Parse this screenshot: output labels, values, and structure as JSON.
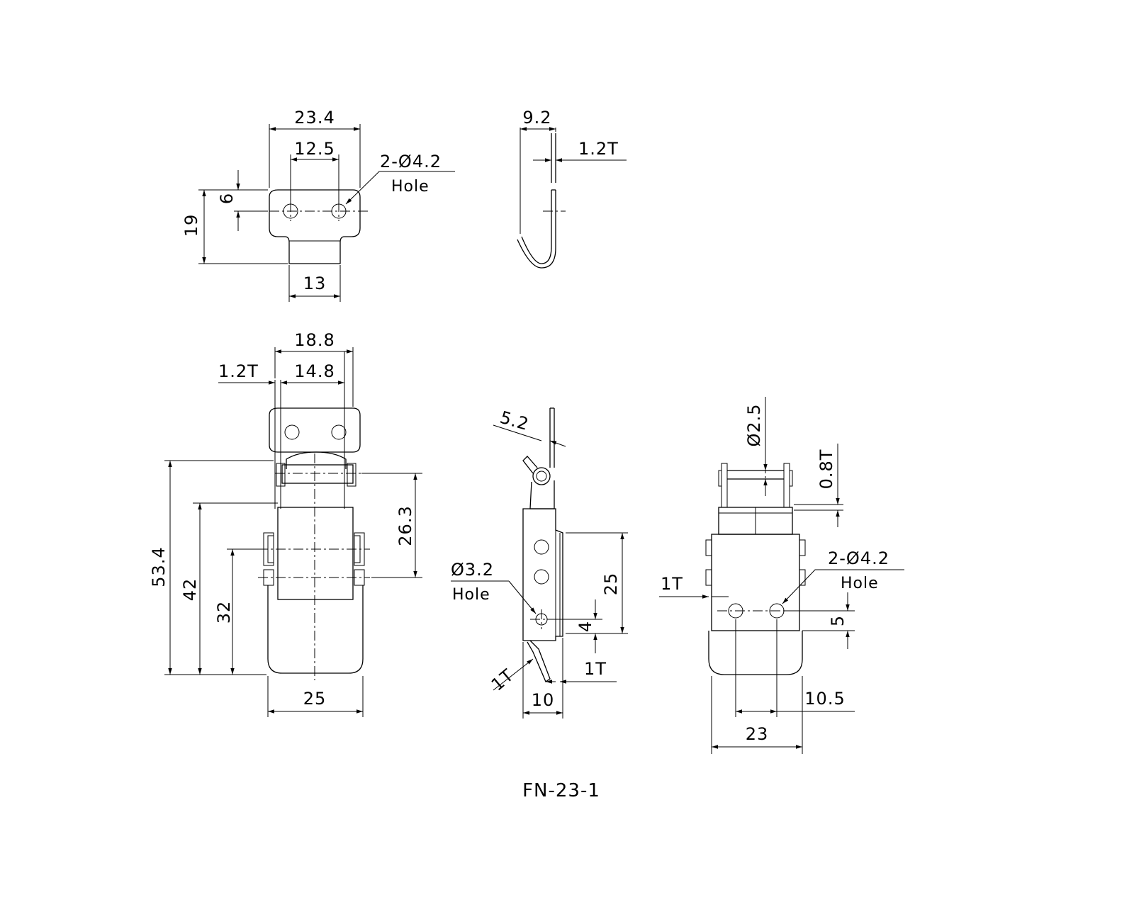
{
  "top_flat_view": {
    "width_overall": "23.4",
    "hole_spacing": "12.5",
    "hole_callout": "2-Ø4.2",
    "hole_label": "Hole",
    "hole_edge": "6",
    "height": "19",
    "tab_width": "13"
  },
  "top_side_view": {
    "depth": "9.2",
    "thickness": "1.2T"
  },
  "front_view": {
    "width_top": "18.8",
    "thickness": "1.2T",
    "inner_width": "14.8",
    "height_overall": "53.4",
    "height_42": "42",
    "height_32": "32",
    "pivot_spacing": "26.3",
    "width_bottom": "25"
  },
  "side_view": {
    "lever_width": "5.2",
    "hole_callout": "Ø3.2",
    "hole_label": "Hole",
    "height": "25",
    "hole_offset": "4",
    "thickness_left": "1T",
    "thickness_right": "1T",
    "depth": "10"
  },
  "back_view": {
    "pin_dia": "Ø2.5",
    "thickness_top": "0.8T",
    "thickness_side": "1T",
    "hole_callout": "2-Ø4.2",
    "hole_label": "Hole",
    "hole_offset": "5",
    "hole_spacing": "10.5",
    "width": "23"
  },
  "part_number": "FN-23-1"
}
